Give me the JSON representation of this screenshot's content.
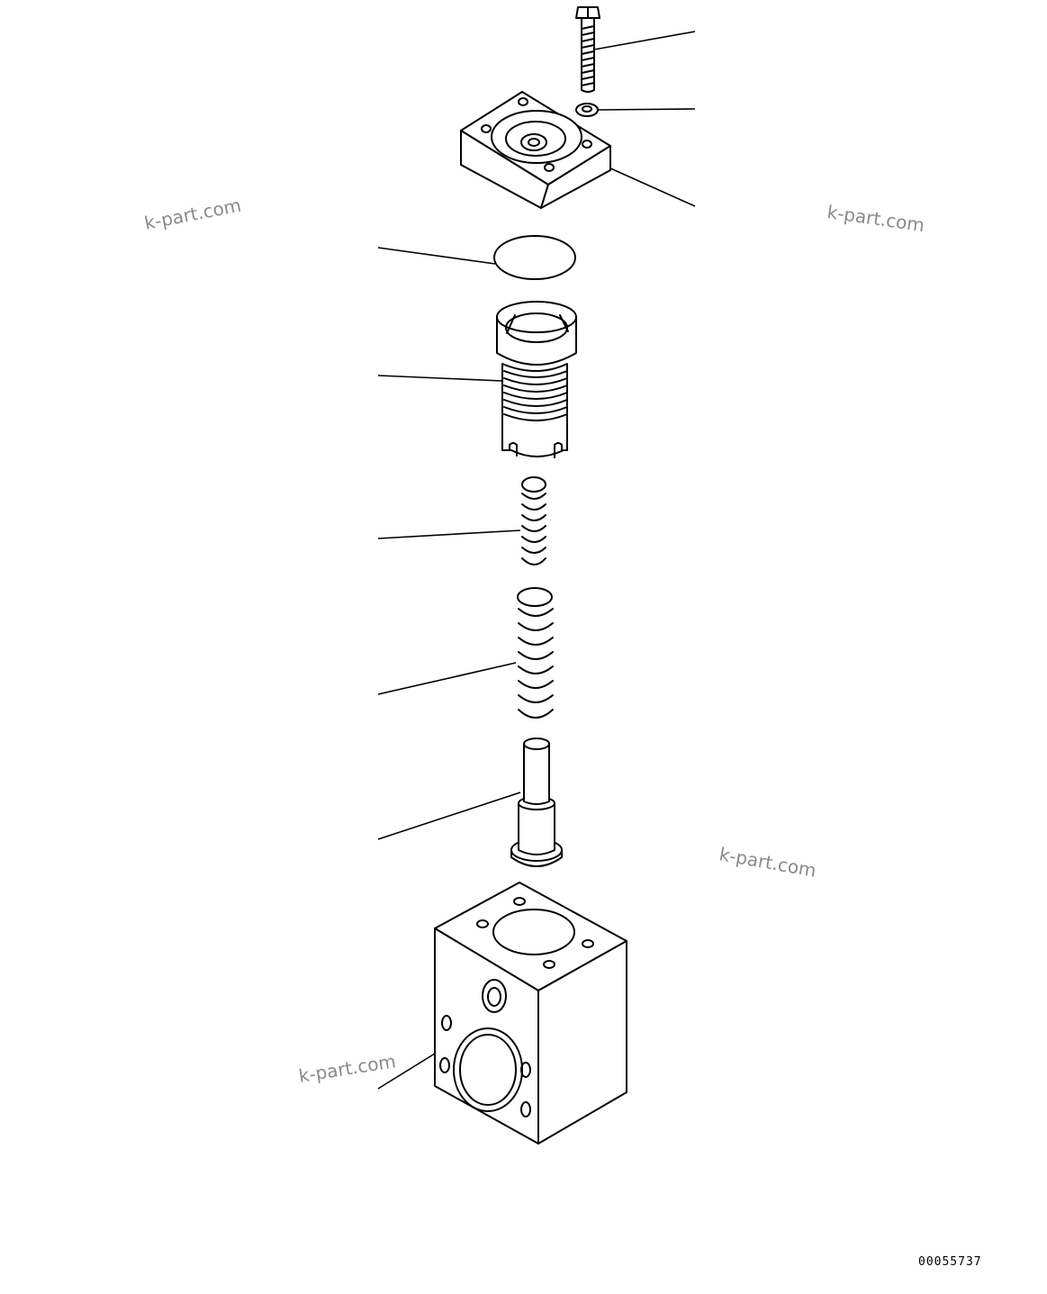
{
  "watermark": "k-part.com",
  "drawing_number": "00055737",
  "parts": [
    {
      "id": "bolt",
      "icon": "bolt-icon"
    },
    {
      "id": "washer",
      "icon": "washer-icon"
    },
    {
      "id": "cover-plate",
      "icon": "cover-plate-icon"
    },
    {
      "id": "o-ring",
      "icon": "o-ring-icon"
    },
    {
      "id": "plug",
      "icon": "threaded-plug-icon"
    },
    {
      "id": "inner-spring",
      "icon": "spring-icon"
    },
    {
      "id": "outer-spring",
      "icon": "spring-icon"
    },
    {
      "id": "spool",
      "icon": "spool-icon"
    },
    {
      "id": "valve-body",
      "icon": "valve-body-icon"
    }
  ]
}
